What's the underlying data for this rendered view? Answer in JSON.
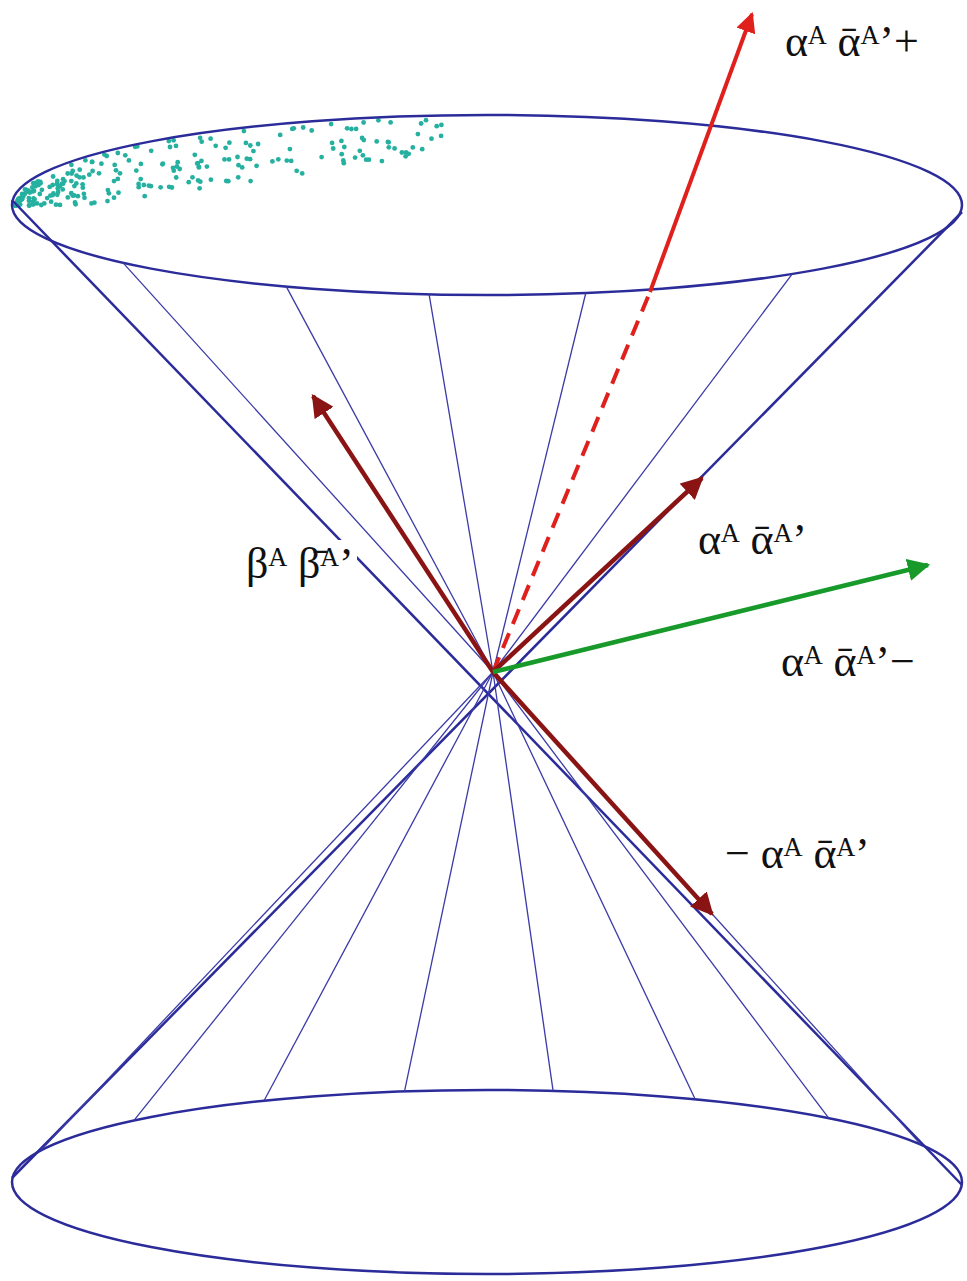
{
  "diagram": {
    "labels": [
      "αᴬ ᾱᴬ’+",
      "βᴬ β̄ᴬ’",
      "αᴬ ᾱᴬ’",
      "αᴬ ᾱᴬ’−",
      "− αᴬ ᾱᴬ’"
    ]
  }
}
